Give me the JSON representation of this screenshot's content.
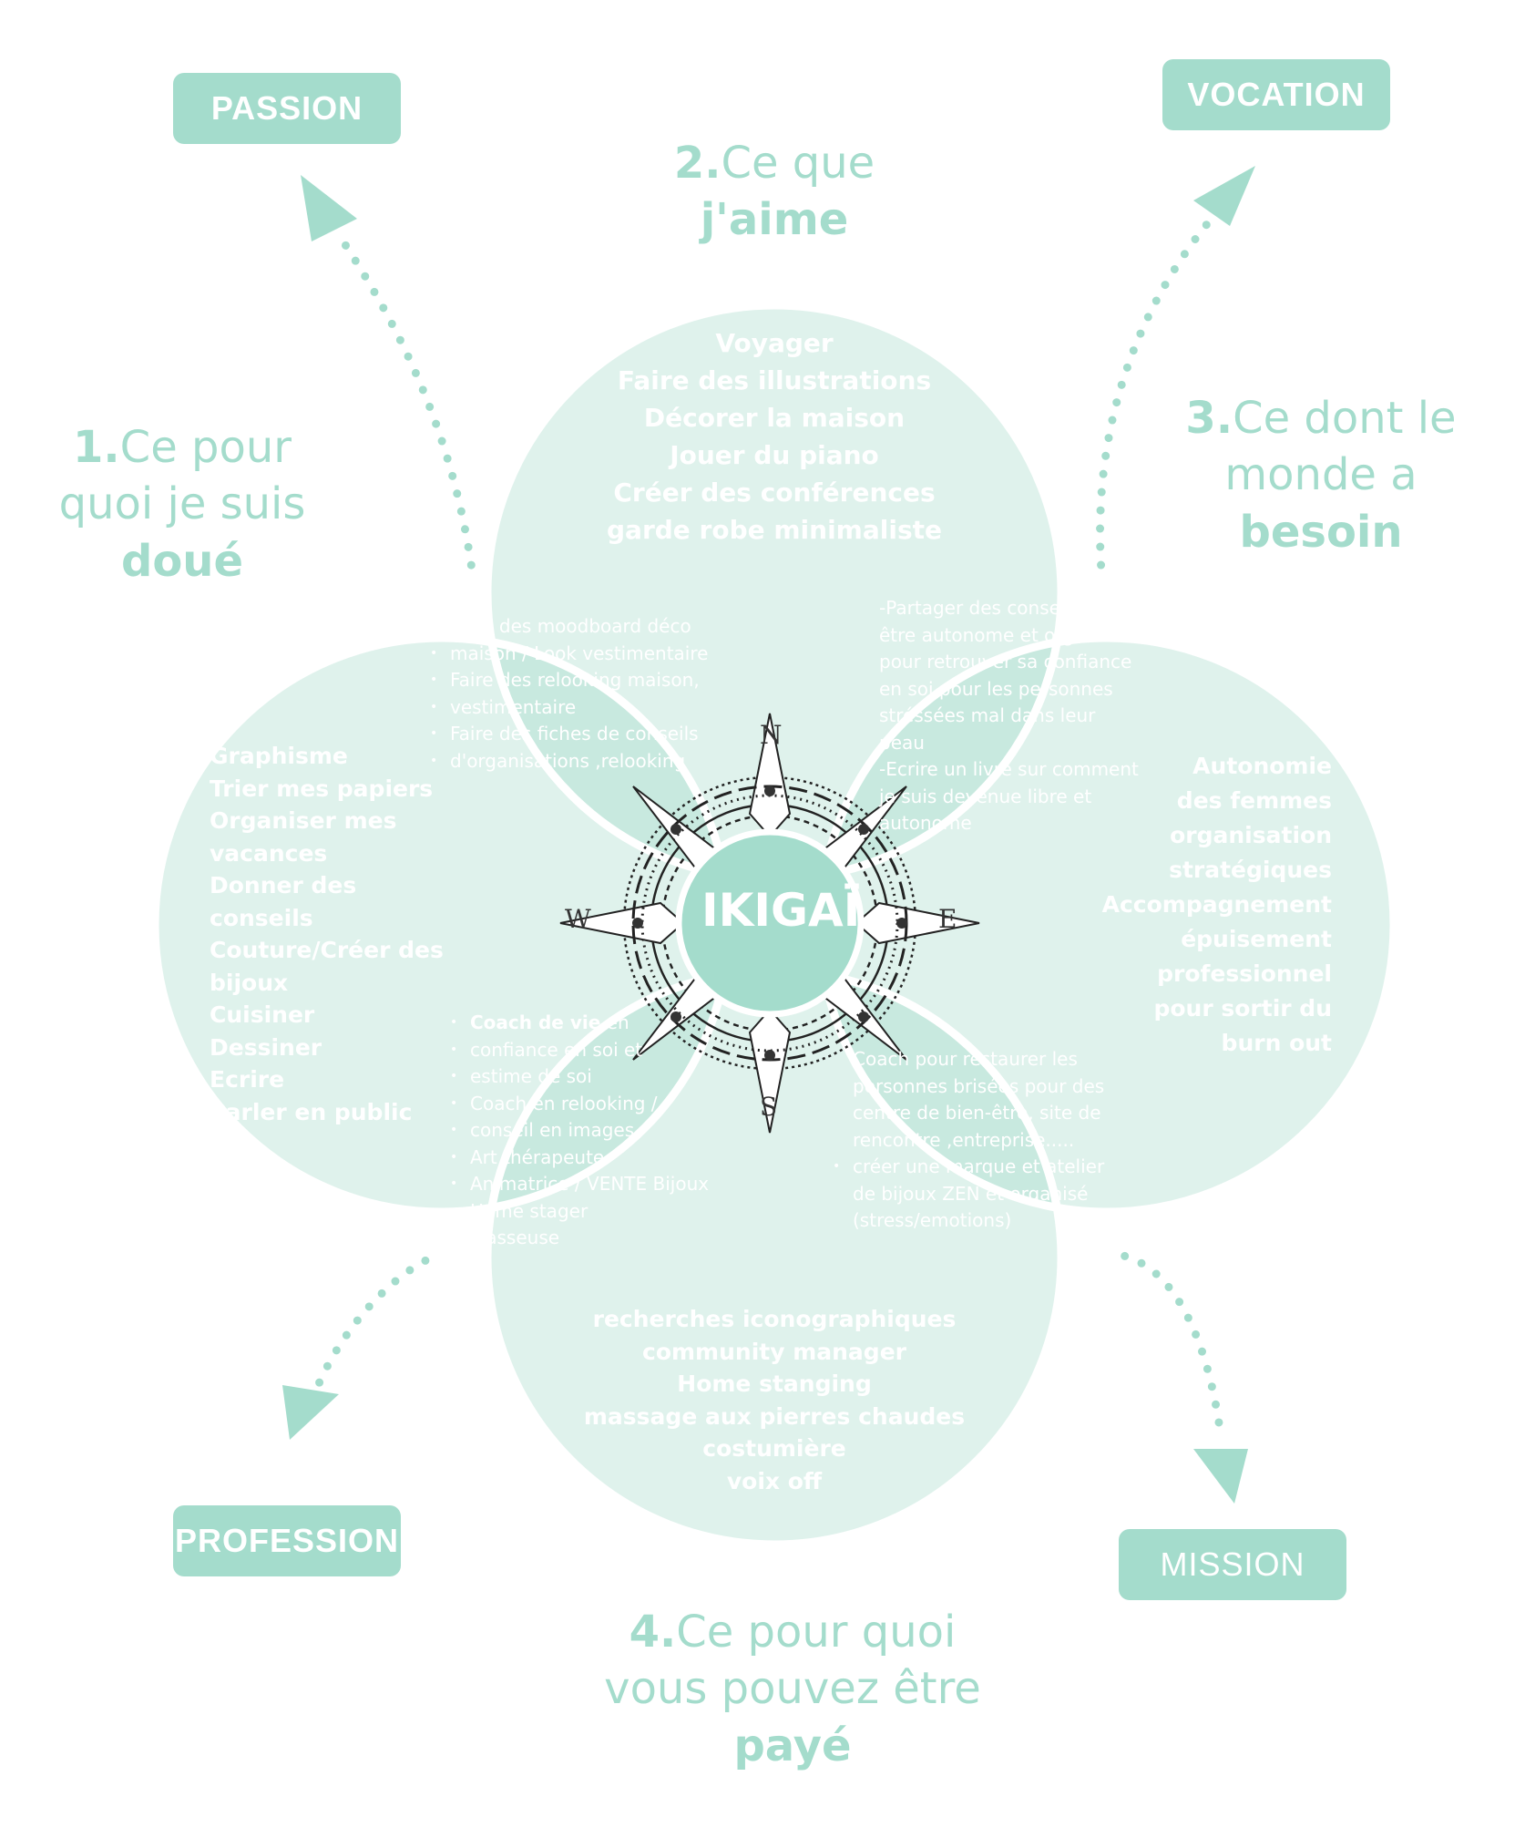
{
  "labels": {
    "passion": "PASSION",
    "vocation": "VOCATION",
    "profession": "PROFESSION",
    "mission": "MISSION"
  },
  "headings": {
    "h1": {
      "num": "1.",
      "l1": "Ce pour",
      "l2": "quoi je suis",
      "bold": "doué"
    },
    "h2": {
      "num": "2.",
      "l1": "Ce que",
      "bold": "j'aime"
    },
    "h3": {
      "num": "3.",
      "l1": "Ce dont le",
      "l2": "monde a",
      "bold": "besoin"
    },
    "h4": {
      "num": "4.",
      "l1": "Ce pour quoi",
      "l2": "vous pouvez être",
      "bold": "payé"
    }
  },
  "center": {
    "title": "IKIGAÏ",
    "compass": {
      "n": "N",
      "e": "E",
      "s": "S",
      "w": "W"
    }
  },
  "circles": {
    "love": [
      "Voyager",
      "Faire des illustrations",
      "Décorer la maison",
      "Jouer du piano",
      "Créer des conférences",
      "garde robe minimaliste"
    ],
    "good": [
      "Graphisme",
      "Trier mes papiers",
      "Organiser mes",
      "vacances",
      "Donner des conseils",
      "Couture/Créer des",
      "bijoux",
      "Cuisiner",
      "Dessiner",
      "Ecrire",
      "Parler en public"
    ],
    "need": [
      "Autonomie",
      "des femmes",
      "organisation",
      "stratégiques",
      "Accompagnement",
      "épuisement",
      "professionnel",
      "pour sortir du",
      "burn out"
    ],
    "paid": [
      "recherches iconographiques",
      "community manager",
      "Home stanging",
      "massage aux pierres chaudes",
      "costumière",
      "voix off"
    ]
  },
  "overlaps": {
    "passion": [
      "Faire des moodboard déco",
      "maison / Look vestimentaire",
      "Faire des relooking maison,",
      "vestimentaire",
      "Faire des fiches de conseils",
      "d'organisations ,relooking"
    ],
    "vocation": [
      "-Partager des conseils pour",
      "être autonome et organisé",
      "pour retrouver sa confiance",
      "en soi pour les personnes",
      "stréssées mal dans leur peau",
      "-Ecrire un livre sur comment",
      "je suis devenue libre et",
      "autonome"
    ],
    "profession_first_bold": "Coach de vie",
    "profession_first_rest": " en",
    "profession": [
      "confiance en soi et",
      "estime de soi",
      "Coach en relooking /",
      "conseil en images",
      "Art thérapeute",
      "Animatrice / VENTE Bijoux",
      "Home stager",
      "Masseuse"
    ],
    "mission": [
      "Coach pour restaurer les",
      "personnes brisées pour des",
      "centre de bien-être, site de",
      "rencontre ,entreprise.....",
      "créer une marque et atelier",
      "de bijoux ZEN et organisé",
      "(stress/emotions)"
    ]
  },
  "colors": {
    "accent": "#a4dccc",
    "circle_fill": "#dff2ec",
    "overlap": "#c8e9df",
    "center": "#a4dccc"
  }
}
